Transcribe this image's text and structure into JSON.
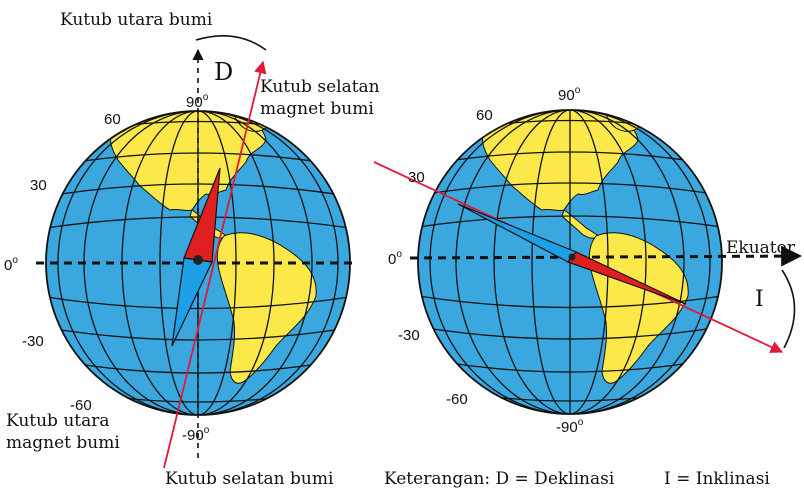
{
  "colors": {
    "ocean": "#3aa8df",
    "land": "#fde84a",
    "grid": "#111111",
    "needle_red": "#e02020",
    "needle_blue": "#1da0e8",
    "axis_red": "#e01a3a"
  },
  "left_globe": {
    "top_label": "Kutub utara bumi",
    "bottom_label": "Kutub selatan bumi",
    "angle_symbol": "D",
    "magnetic_south": [
      "Kutub selatan",
      "magnet bumi"
    ],
    "magnetic_north": [
      "Kutub utara",
      "magnet bumi"
    ],
    "lat_labels": {
      "top": "90",
      "n60": "60",
      "n30": "30",
      "eq": "0",
      "s30": "-30",
      "s60": "-60",
      "bottom": "-90"
    },
    "degree_symbol": "o"
  },
  "right_globe": {
    "equator_label": "Ekuator",
    "angle_symbol": "I",
    "lat_labels": {
      "top": "90",
      "n60": "60",
      "n30": "30",
      "eq": "0",
      "s30": "-30",
      "s60": "-60",
      "bottom": "-90"
    },
    "degree_symbol": "o"
  },
  "legend": {
    "prefix": "Keterangan: D = Deklinasi",
    "inclination": "I = Inklinasi"
  }
}
